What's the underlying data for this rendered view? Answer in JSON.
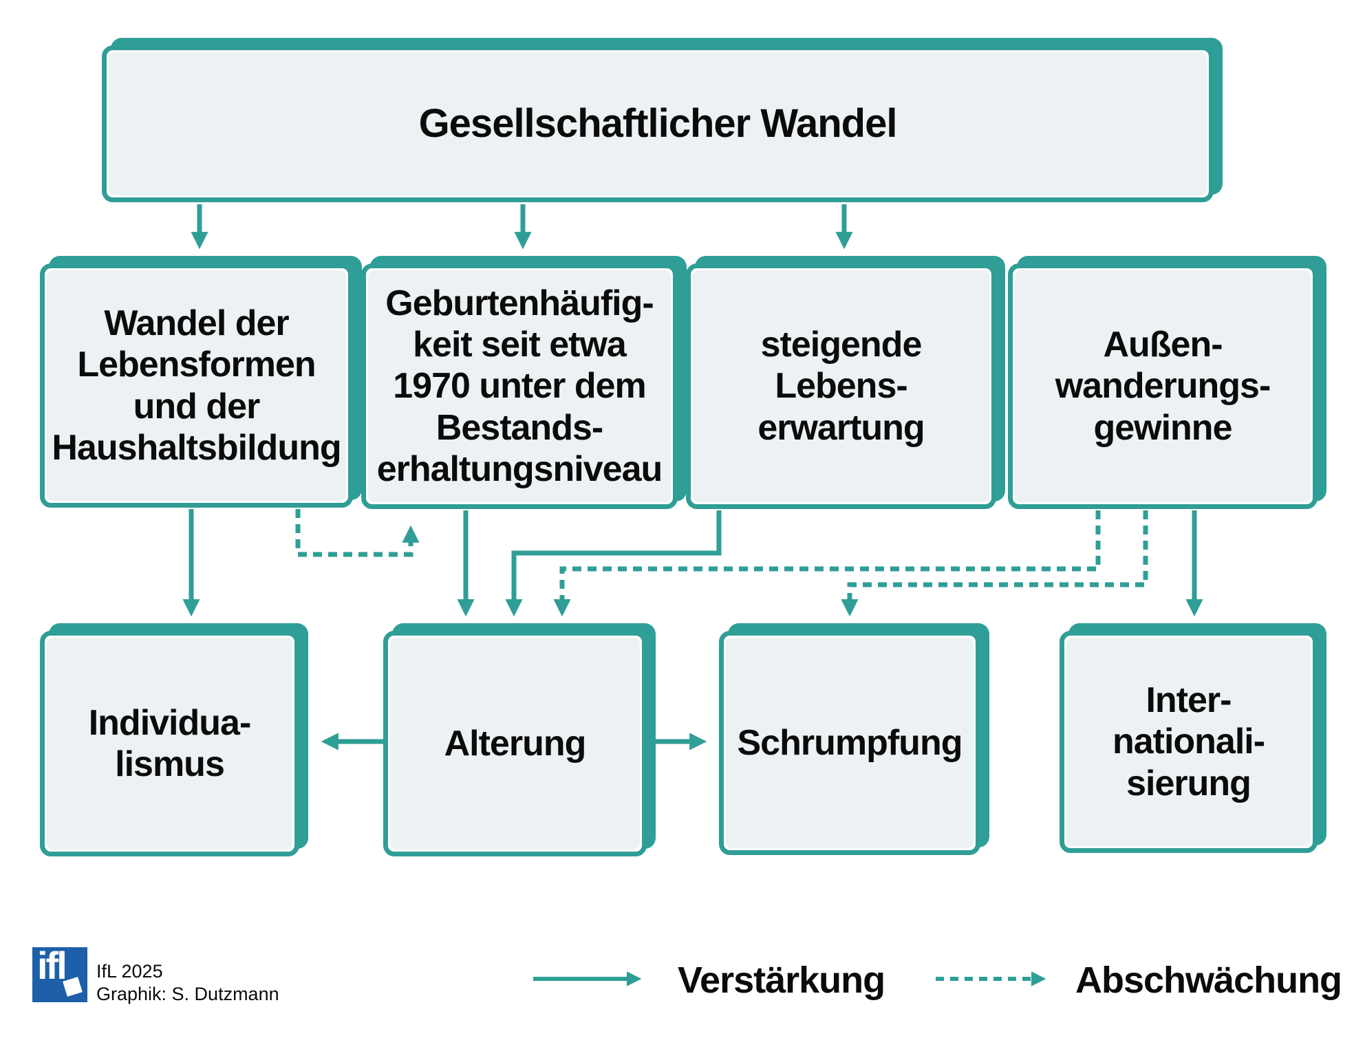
{
  "palette": {
    "teal": "#2F9E96",
    "box_fill": "#ECF1F3",
    "text": "#0B0B0B",
    "logo_blue": "#1D5FA9"
  },
  "title_box": {
    "label": "Gesellschaftlicher Wandel"
  },
  "row2": [
    {
      "id": "wandel-lebensformen",
      "label": "Wandel der\nLebensformen\nund der\nHaushaltsbildung"
    },
    {
      "id": "geburtenhaeufigkeit",
      "label": "Geburtenhäufig-\nkeit seit etwa\n1970 unter dem\nBestands-\nerhaltungsniveau"
    },
    {
      "id": "lebenserwartung",
      "label": "steigende\nLebens-\nerwartung"
    },
    {
      "id": "aussenwanderung",
      "label": "Außen-\nwanderungs-\ngewinne"
    }
  ],
  "row3": [
    {
      "id": "individualismus",
      "label": "Individua-\nlismus"
    },
    {
      "id": "alterung",
      "label": "Alterung"
    },
    {
      "id": "schrumpfung",
      "label": "Schrumpfung"
    },
    {
      "id": "internationalisierung",
      "label": "Inter-\nnationali-\nsierung"
    }
  ],
  "edges": [
    {
      "from": "gesellschaftlicher-wandel",
      "to": "wandel-lebensformen",
      "type": "Verstärkung",
      "style": "solid"
    },
    {
      "from": "gesellschaftlicher-wandel",
      "to": "geburtenhaeufigkeit",
      "type": "Verstärkung",
      "style": "solid"
    },
    {
      "from": "gesellschaftlicher-wandel",
      "to": "lebenserwartung",
      "type": "Verstärkung",
      "style": "solid"
    },
    {
      "from": "wandel-lebensformen",
      "to": "individualismus",
      "type": "Verstärkung",
      "style": "solid"
    },
    {
      "from": "wandel-lebensformen",
      "to": "geburtenhaeufigkeit",
      "type": "Abschwächung",
      "style": "dashed"
    },
    {
      "from": "geburtenhaeufigkeit",
      "to": "alterung",
      "type": "Verstärkung",
      "style": "solid"
    },
    {
      "from": "lebenserwartung",
      "to": "alterung",
      "type": "Verstärkung",
      "style": "solid"
    },
    {
      "from": "aussenwanderung",
      "to": "alterung",
      "type": "Abschwächung",
      "style": "dashed"
    },
    {
      "from": "aussenwanderung",
      "to": "schrumpfung",
      "type": "Abschwächung",
      "style": "dashed"
    },
    {
      "from": "aussenwanderung",
      "to": "internationalisierung",
      "type": "Verstärkung",
      "style": "solid"
    },
    {
      "from": "alterung",
      "to": "individualismus",
      "type": "Verstärkung",
      "style": "solid"
    },
    {
      "from": "alterung",
      "to": "schrumpfung",
      "type": "Verstärkung",
      "style": "solid"
    }
  ],
  "legend": {
    "solid_label": "Verstärkung",
    "dashed_label": "Abschwächung"
  },
  "credit": {
    "logo_text": "ifl",
    "line1": "IfL 2025",
    "line2": "Graphik: S. Dutzmann"
  }
}
